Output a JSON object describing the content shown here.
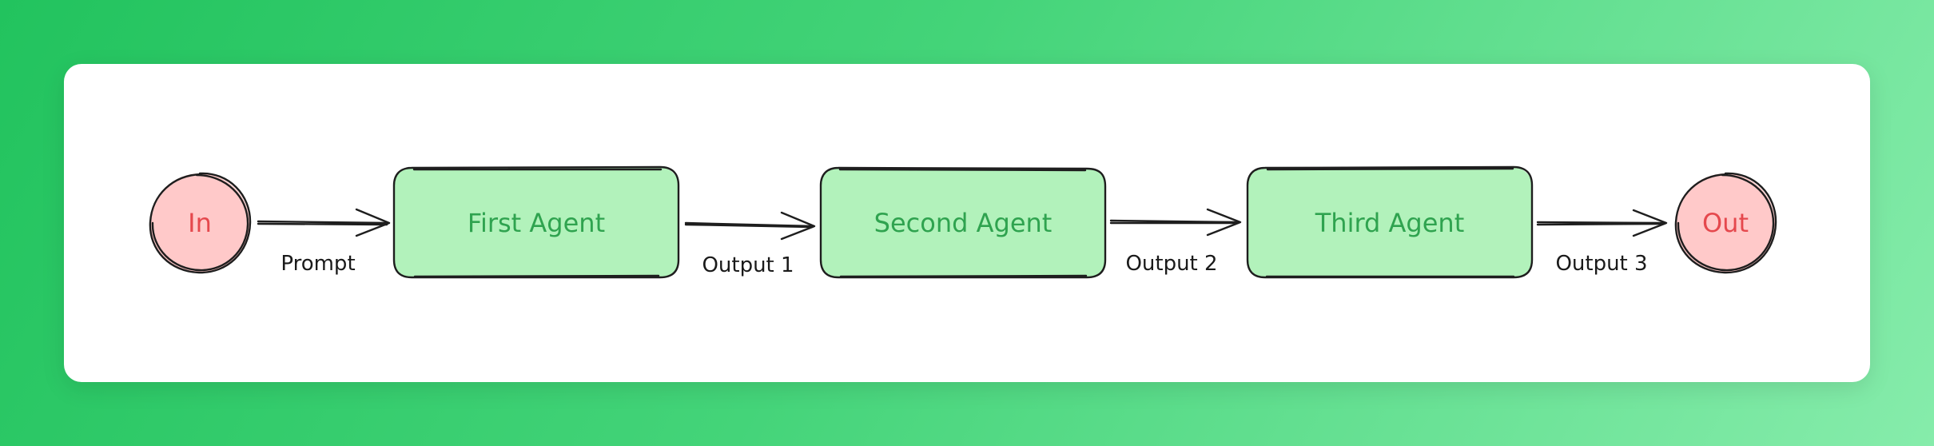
{
  "colors": {
    "background_start": "#22c35e",
    "background_end": "#86ecab",
    "terminal_fill": "#ffc9c9",
    "terminal_text": "#e5484d",
    "agent_fill": "#b2f2bb",
    "agent_text": "#2fa34f",
    "stroke": "#1e1e1e"
  },
  "nodes": {
    "in": "In",
    "first_agent": "First Agent",
    "second_agent": "Second Agent",
    "third_agent": "Third Agent",
    "out": "Out"
  },
  "edges": {
    "prompt": "Prompt",
    "output1": "Output 1",
    "output2": "Output 2",
    "output3": "Output 3"
  }
}
